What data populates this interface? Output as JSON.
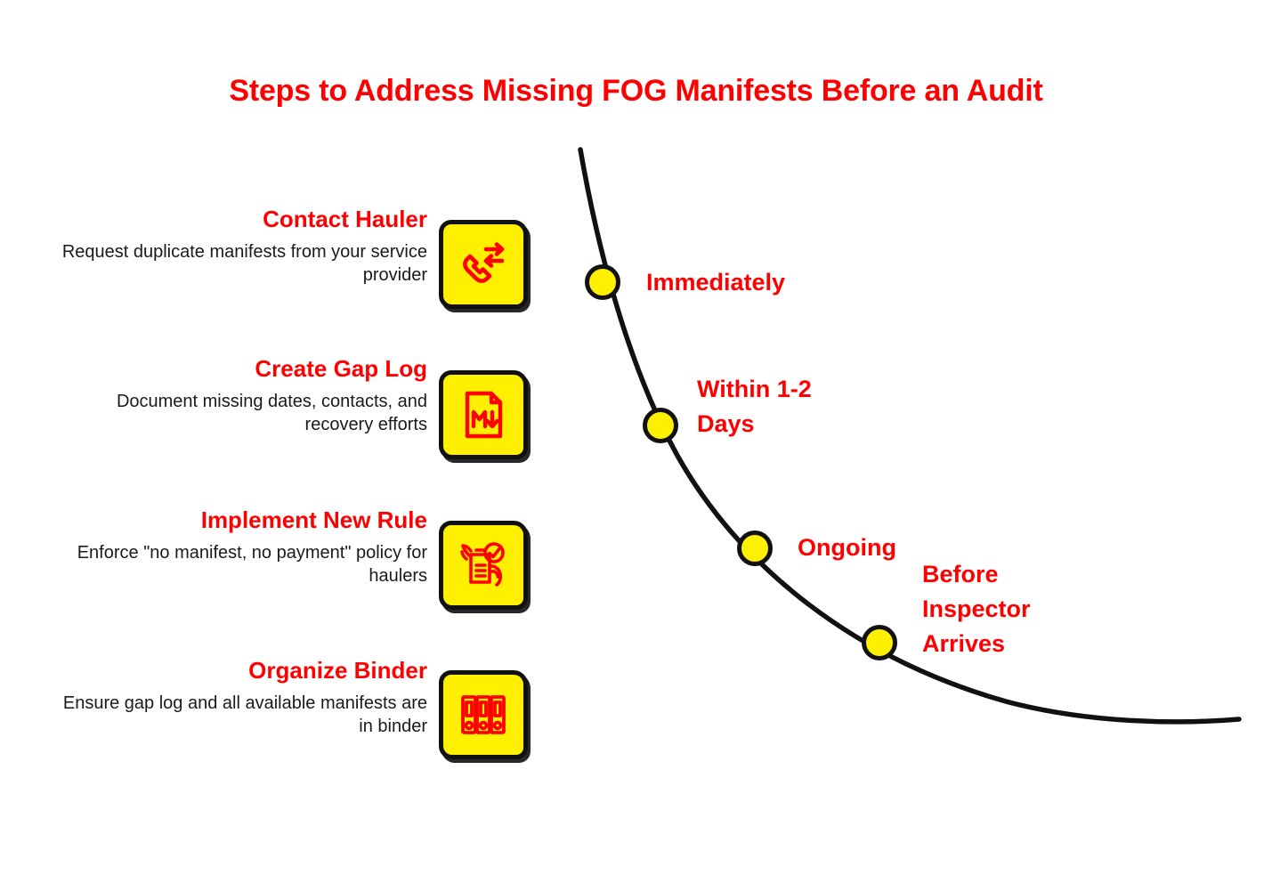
{
  "page": {
    "title": "Steps to Address Missing FOG Manifests Before an Audit",
    "background_color": "#FFFFFF",
    "accent_red": "#FF0000",
    "accent_yellow": "#FFF000",
    "outline_black": "#111111"
  },
  "steps": [
    {
      "title": "Contact Hauler",
      "description": "Request duplicate manifests from your service provider",
      "icon": "phone-transfer-icon"
    },
    {
      "title": "Create Gap Log",
      "description": "Document missing dates, contacts, and recovery efforts",
      "icon": "markdown-document-icon"
    },
    {
      "title": "Implement New Rule",
      "description": "Enforce \"no manifest, no payment\" policy for haulers",
      "icon": "policy-approval-icon"
    },
    {
      "title": "Organize Binder",
      "description": "Ensure gap log and all available manifests are in binder",
      "icon": "binders-icon"
    }
  ],
  "timeline": {
    "markers": [
      {
        "label": "Immediately"
      },
      {
        "label": "Within 1-2\nDays"
      },
      {
        "label": "Ongoing"
      },
      {
        "label": "Before\nInspector\nArrives"
      }
    ]
  }
}
